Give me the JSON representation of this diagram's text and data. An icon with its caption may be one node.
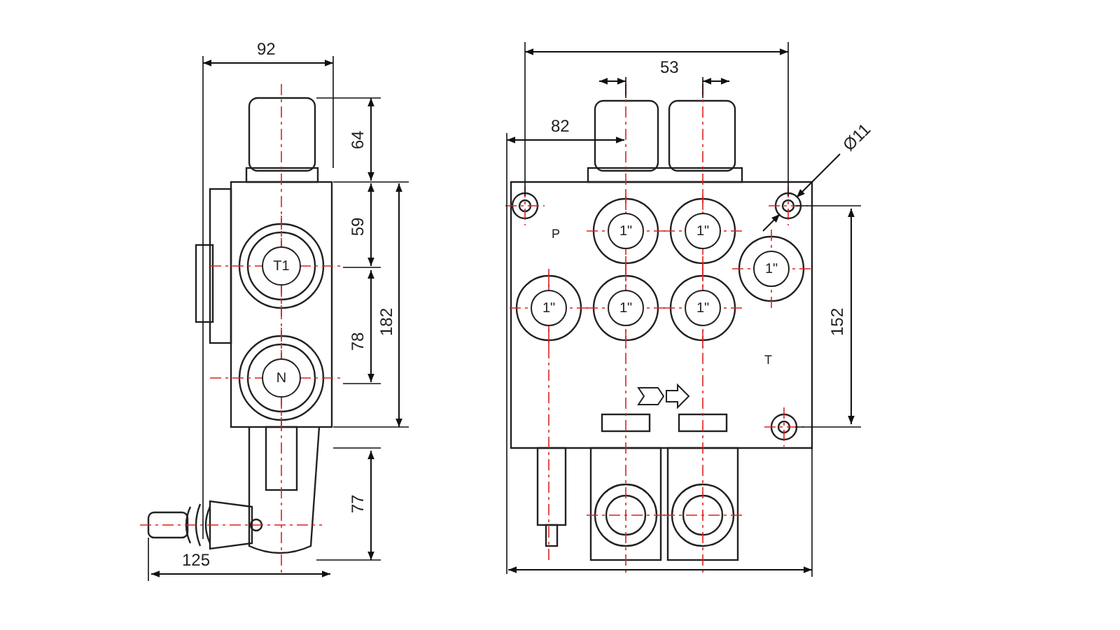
{
  "diagram": {
    "nodes": [
      {
        "text": [
          "T1"
        ]
      },
      {
        "text": [
          "N"
        ]
      },
      {
        "text": [
          "1\""
        ]
      },
      {
        "text": [
          "1\""
        ]
      },
      {
        "text": [
          "1\""
        ]
      },
      {
        "text": [
          "1\""
        ]
      },
      {
        "text": [
          "1\""
        ]
      },
      {
        "text": [
          "1\""
        ]
      }
    ],
    "labels": [
      "92",
      "64",
      "59",
      "182",
      "78",
      "77",
      "125",
      "82",
      "53",
      "Ø11",
      "P",
      "152",
      "T"
    ]
  }
}
